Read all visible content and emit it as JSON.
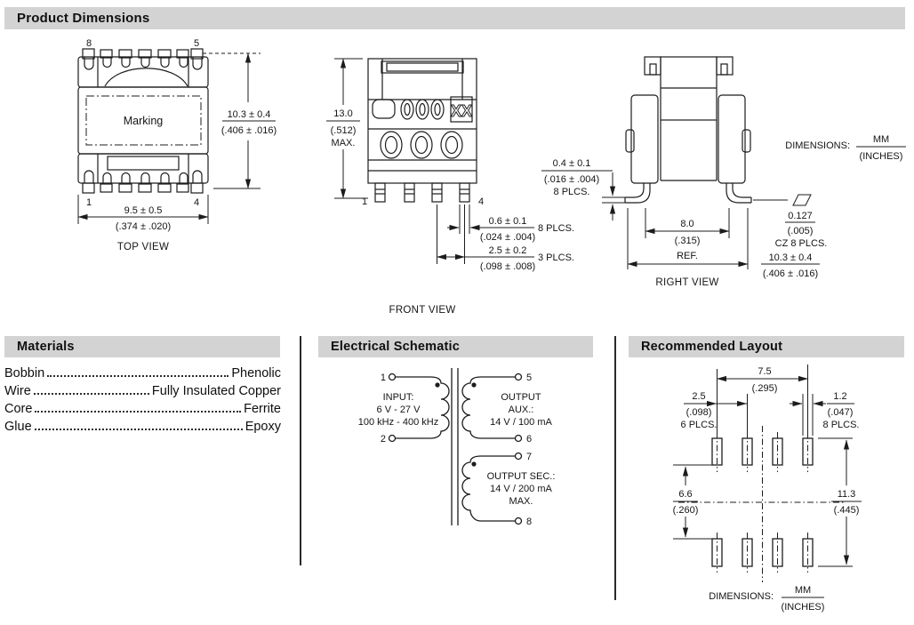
{
  "headers": {
    "product_dimensions": "Product Dimensions",
    "materials": "Materials",
    "electrical_schematic": "Electrical Schematic",
    "recommended_layout": "Recommended Layout"
  },
  "top_view": {
    "caption": "TOP VIEW",
    "marking": "Marking",
    "pin_top_left": "8",
    "pin_top_right": "5",
    "pin_bottom_left": "1",
    "pin_bottom_right": "4",
    "height_mm": "10.3 ± 0.4",
    "height_in": "(.406 ± .016)",
    "width_mm": "9.5 ± 0.5",
    "width_in": "(.374 ± .020)"
  },
  "front_view": {
    "caption": "FRONT VIEW",
    "marking": "XX",
    "pin_left": "1",
    "pin_right": "4",
    "height_mm": "13.0",
    "height_in": "(.512)",
    "height_note": "MAX.",
    "lead_width_mm": "0.6 ± 0.1",
    "lead_width_in": "(.024 ± .004)",
    "lead_width_note": "8 PLCS.",
    "pitch_mm": "2.5 ± 0.2",
    "pitch_in": "(.098 ± .008)",
    "pitch_note": "3 PLCS."
  },
  "right_view": {
    "caption": "RIGHT VIEW",
    "standoff_mm": "0.4 ± 0.1",
    "standoff_in": "(.016 ± .004)",
    "standoff_note": "8 PLCS.",
    "span_mm": "8.0",
    "span_in": "(.315)",
    "span_note": "REF.",
    "coplanarity_mm": "0.127",
    "coplanarity_in": "(.005)",
    "coplanarity_note": "CZ 8 PLCS.",
    "width_mm": "10.3 ± 0.4",
    "width_in": "(.406 ± .016)",
    "dim_label": "DIMENSIONS:",
    "dim_mm": "MM",
    "dim_in": "(INCHES)"
  },
  "materials": {
    "rows": [
      {
        "label": "Bobbin",
        "value": "Phenolic"
      },
      {
        "label": "Wire",
        "value": "Fully Insulated Copper"
      },
      {
        "label": "Core",
        "value": "Ferrite"
      },
      {
        "label": "Glue",
        "value": "Epoxy"
      }
    ]
  },
  "schematic": {
    "pin1": "1",
    "pin2": "2",
    "pin5": "5",
    "pin6": "6",
    "pin7": "7",
    "pin8": "8",
    "input_l1": "INPUT:",
    "input_l2": "6 V - 27 V",
    "input_l3": "100 kHz - 400 kHz",
    "aux_l1": "OUTPUT",
    "aux_l2": "AUX.:",
    "aux_l3": "14 V / 100 mA",
    "sec_l1": "OUTPUT SEC.:",
    "sec_l2": "14 V / 200 mA",
    "sec_l3": "MAX."
  },
  "layout": {
    "span_mm": "7.5",
    "span_in": "(.295)",
    "pitch_mm": "2.5",
    "pitch_in": "(.098)",
    "pitch_note": "6 PLCS.",
    "pad_w_mm": "1.2",
    "pad_w_in": "(.047)",
    "pad_w_note": "8 PLCS.",
    "gap_mm": "6.6",
    "gap_in": "(.260)",
    "outer_mm": "11.3",
    "outer_in": "(.445)",
    "dim_label": "DIMENSIONS:",
    "dim_mm": "MM",
    "dim_in": "(INCHES)"
  },
  "colors": {
    "header_bg": "#d3d3d3",
    "line": "#1c1c1c"
  }
}
